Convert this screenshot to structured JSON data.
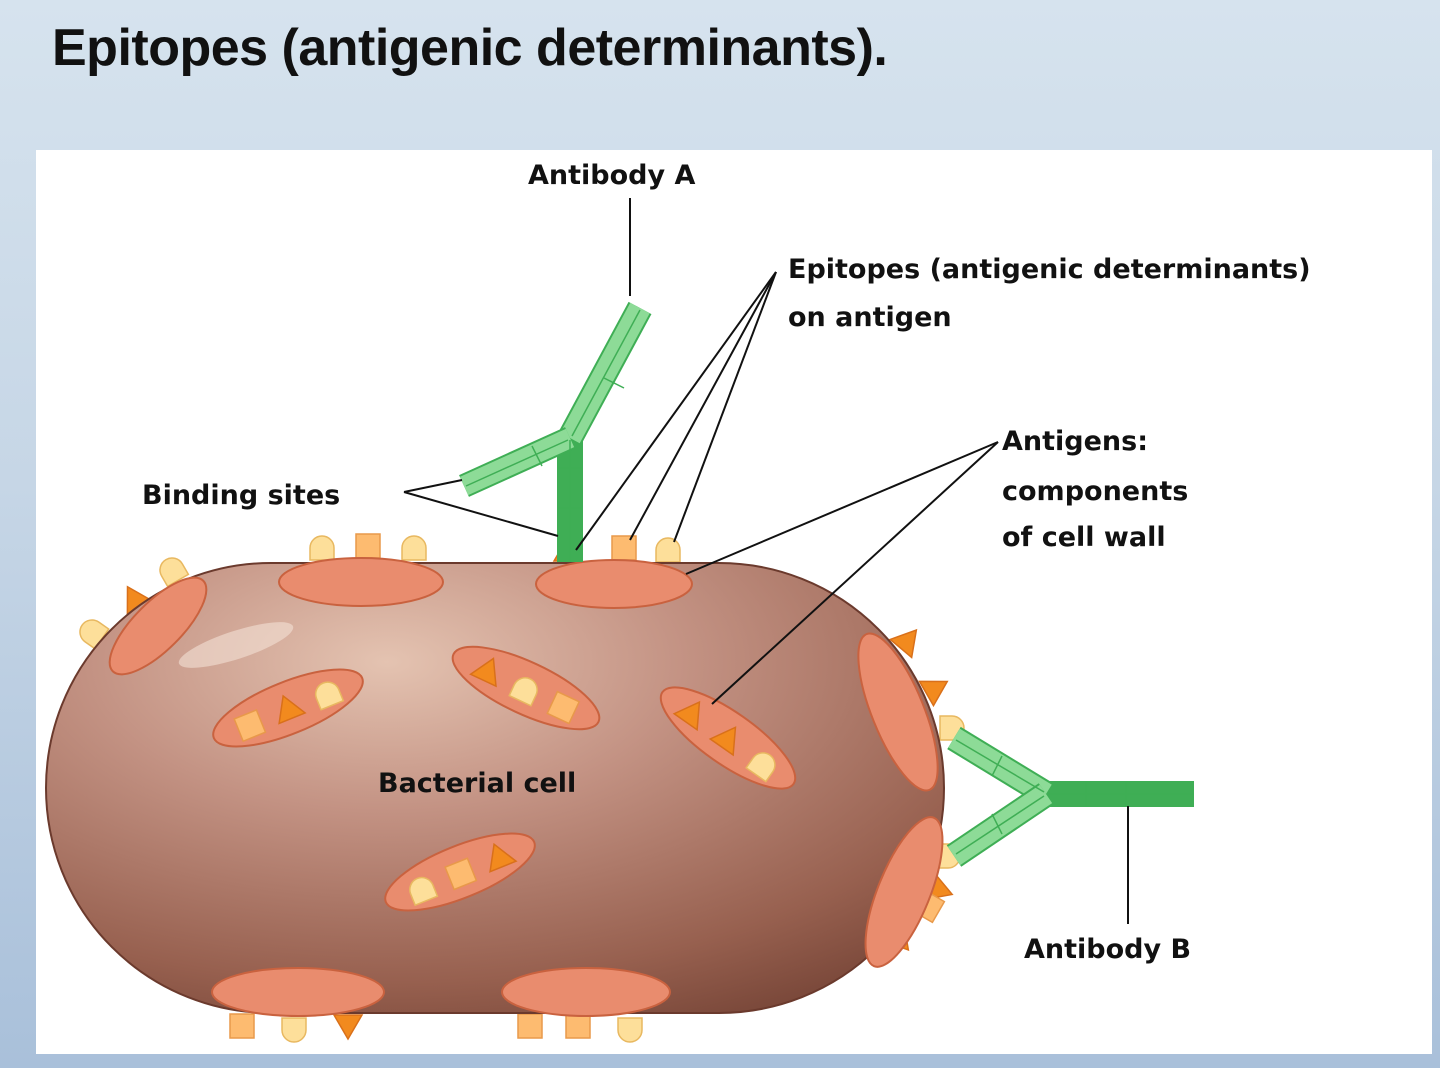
{
  "slide": {
    "title": "Epitopes (antigenic determinants)."
  },
  "diagram": {
    "labels": {
      "antibody_a": "Antibody A",
      "epitopes_line1": "Epitopes (antigenic determinants)",
      "epitopes_line2": "on antigen",
      "binding_sites": "Binding sites",
      "antigens_line1": "Antigens:",
      "antigens_line2": "components",
      "antigens_line3": "of cell wall",
      "bacterial_cell": "Bacterial cell",
      "antibody_b": "Antibody B"
    },
    "colors": {
      "cell_light": "#d9b3a0",
      "cell_dark": "#7a4637",
      "antigen_patch": "#e98c6e",
      "antigen_outline": "#c9623f",
      "epitope_orange": "#f28a1e",
      "epitope_peach": "#fdbb70",
      "epitope_cream": "#fddf9a",
      "antibody_green": "#7bd487",
      "antibody_outline": "#3fae55"
    }
  }
}
